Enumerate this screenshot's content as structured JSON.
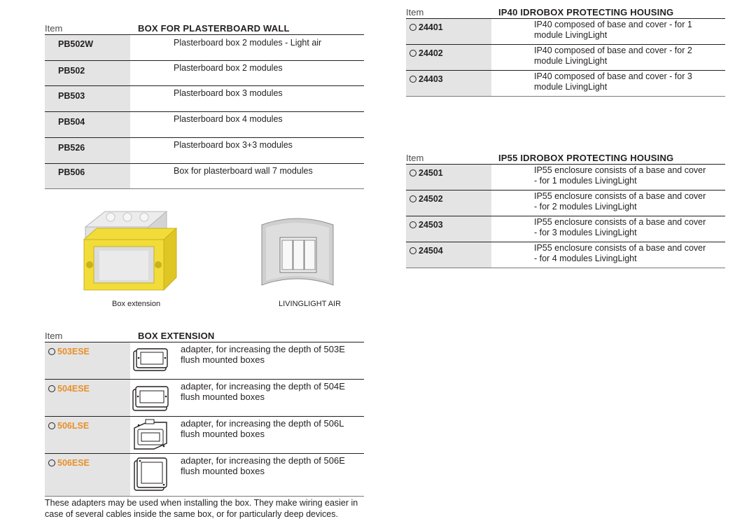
{
  "plasterboard": {
    "col_item": "Item",
    "col_title": "BOX FOR PLASTERBOARD WALL",
    "rows": [
      {
        "code": "PB502W",
        "desc": "Plasterboard box 2 modules - Light air"
      },
      {
        "code": "PB502",
        "desc": "Plasterboard box 2 modules"
      },
      {
        "code": "PB503",
        "desc": "Plasterboard box 3 modules"
      },
      {
        "code": "PB504",
        "desc": "Plasterboard box 4 modules"
      },
      {
        "code": "PB526",
        "desc": "Plasterboard box 3+3 modules"
      },
      {
        "code": "PB506",
        "desc": "Box for plasterboard wall 7 modules"
      }
    ]
  },
  "images": {
    "box_extension_caption": "Box extension",
    "livinglight_caption": "LIVINGLIGHT AIR"
  },
  "box_extension": {
    "col_item": "Item",
    "col_title": "BOX EXTENSION",
    "rows": [
      {
        "code": "503ESE",
        "desc": "adapter, for increasing the depth of 503E flush mounted boxes",
        "icon": "adapter-503-icon"
      },
      {
        "code": "504ESE",
        "desc": "adapter, for increasing the depth of 504E flush mounted boxes",
        "icon": "adapter-504-icon"
      },
      {
        "code": "506LSE",
        "desc": "adapter, for increasing the depth of 506L flush mounted boxes",
        "icon": "adapter-506l-icon"
      },
      {
        "code": "506ESE",
        "desc": "adapter, for increasing the depth of 506E flush mounted boxes",
        "icon": "adapter-506e-icon"
      }
    ],
    "note": "These adapters may be used when installing the box. They make wiring easier in case of several cables inside the same box, or for particularly deep devices."
  },
  "ip40": {
    "col_item": "Item",
    "col_title": "IP40 IDROBOX PROTECTING HOUSING",
    "rows": [
      {
        "code": "24401",
        "desc": "IP40 composed of base and cover - for 1 module LivingLight"
      },
      {
        "code": "24402",
        "desc": "IP40 composed of base and cover - for 2 module LivingLight"
      },
      {
        "code": "24403",
        "desc": "IP40 composed of base and cover - for 3 module LivingLight"
      }
    ]
  },
  "ip55": {
    "col_item": "Item",
    "col_title": "IP55 IDROBOX PROTECTING HOUSING",
    "rows": [
      {
        "code": "24501",
        "desc": "IP55 enclosure consists of a base and cover - for 1 modules LivingLight"
      },
      {
        "code": "24502",
        "desc": "IP55 enclosure consists of a base and cover - for 2 modules LivingLight"
      },
      {
        "code": "24503",
        "desc": "IP55 enclosure consists of a base and cover - for 3 modules LivingLight"
      },
      {
        "code": "24504",
        "desc": "IP55 enclosure consists of a base and cover - for 4 modules LivingLight"
      }
    ]
  },
  "colors": {
    "accent_orange": "#e8902a",
    "cell_grey": "#e4e4e4",
    "box_yellow": "#f2dc3a"
  }
}
